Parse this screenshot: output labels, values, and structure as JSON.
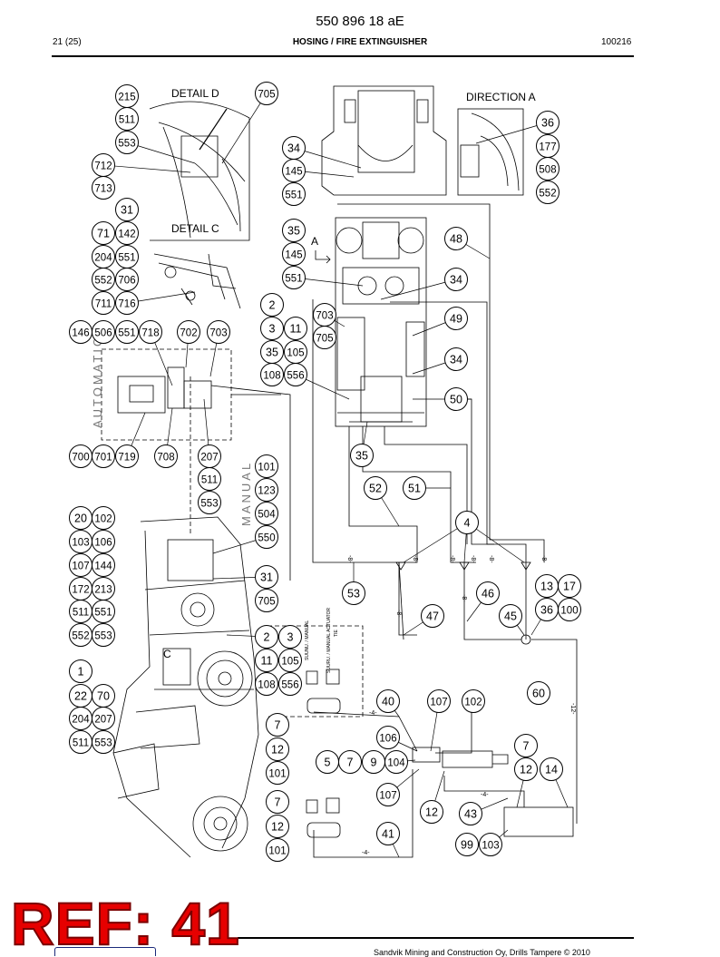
{
  "header": {
    "doc_number": "550 896 18 aE",
    "page": "21 (25)",
    "title": "HOSING / FIRE EXTINGUISHER",
    "date": "100216"
  },
  "labels": {
    "detail_d": "DETAIL D",
    "detail_c": "DETAIL C",
    "direction_a": "DIRECTION A",
    "arrow_a": "A",
    "automatic": "AUTOMATIC",
    "manual": "MANUAL",
    "marker_c": "C"
  },
  "hose_codes": [
    "-8-",
    "-8-",
    "-8-",
    "-8-",
    "-8-",
    "-8-",
    "-8-",
    "-8-",
    "-12-",
    "-4-",
    "-4-",
    "-4-"
  ],
  "small_text": [
    "SUUNU. / MANUAL",
    "SUURU. / MANUAL ACTUATOR",
    "TIE"
  ],
  "balloons": [
    "215",
    "511",
    "553",
    "712",
    "713",
    "705",
    "31",
    "71",
    "142",
    "204",
    "551",
    "552",
    "706",
    "711",
    "716",
    "146",
    "506",
    "551",
    "718",
    "702",
    "703",
    "700",
    "701",
    "719",
    "708",
    "207",
    "511",
    "553",
    "20",
    "102",
    "103",
    "106",
    "107",
    "144",
    "172",
    "213",
    "511",
    "551",
    "552",
    "553",
    "1",
    "22",
    "70",
    "204",
    "207",
    "511",
    "553",
    "101",
    "123",
    "504",
    "550",
    "31",
    "705",
    "2",
    "3",
    "11",
    "105",
    "108",
    "556",
    "34",
    "145",
    "551",
    "35",
    "145",
    "551",
    "2",
    "3",
    "11",
    "35",
    "105",
    "108",
    "556",
    "703",
    "705",
    "35",
    "36",
    "177",
    "508",
    "552",
    "48",
    "34",
    "49",
    "34",
    "50",
    "52",
    "51",
    "4",
    "53",
    "46",
    "47",
    "45",
    "13",
    "17",
    "36",
    "100",
    "60",
    "40",
    "107",
    "102",
    "7",
    "12",
    "101",
    "106",
    "5",
    "7",
    "9",
    "104",
    "7",
    "12",
    "14",
    "107",
    "12",
    "43",
    "7",
    "12",
    "101",
    "41",
    "99",
    "103"
  ],
  "stamp": "REF: 41",
  "footer": "Sandvik Mining and Construction Oy, Drills Tampere © 2010"
}
